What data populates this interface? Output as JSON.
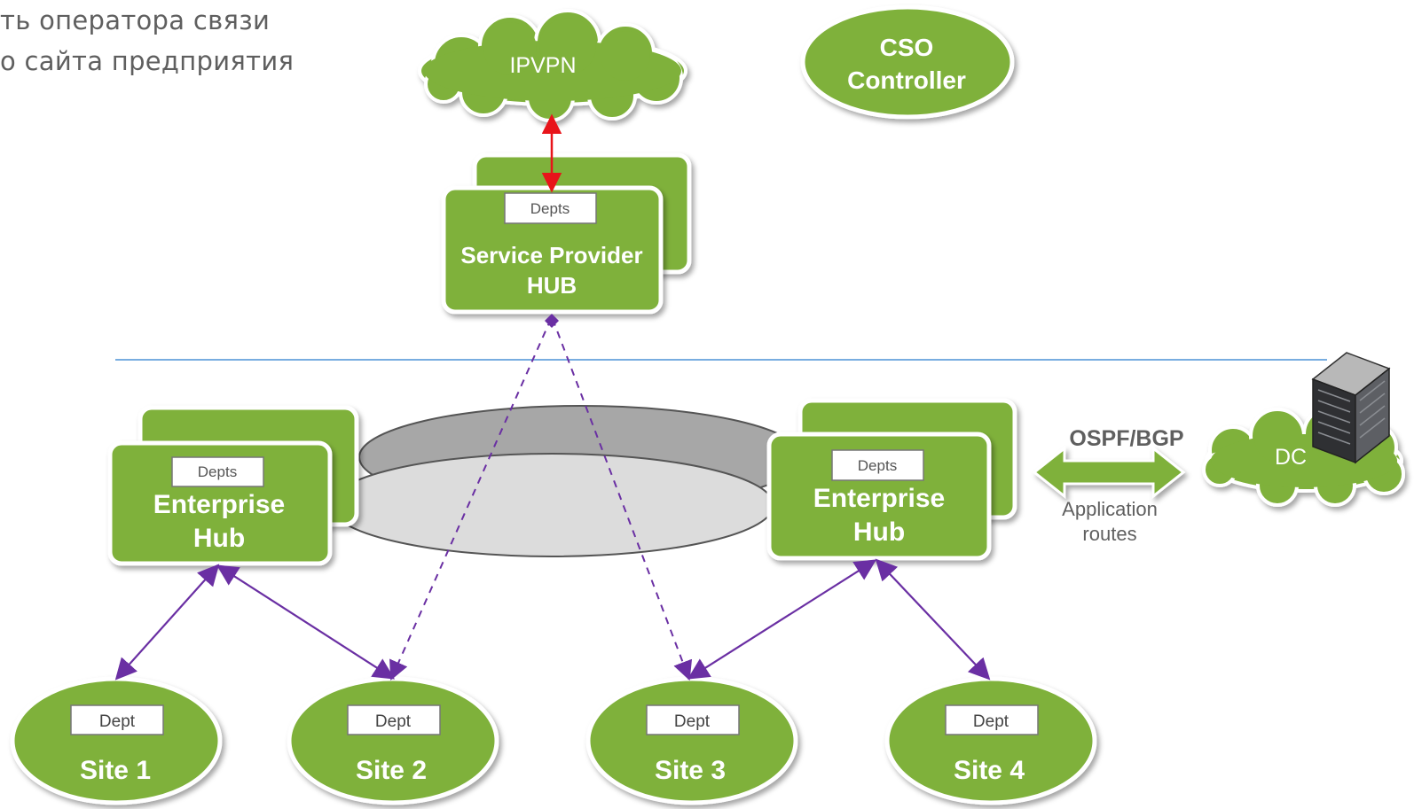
{
  "header": {
    "line1": "ть оператора связи",
    "line2": "о сайта предприятия"
  },
  "nodes": {
    "ipvpn": {
      "label": "IPVPN"
    },
    "cso": {
      "line1": "CSO",
      "line2": "Controller"
    },
    "sp_hub": {
      "tag": "Depts",
      "line1": "Service Provider",
      "line2": "HUB"
    },
    "ent_hub_left": {
      "tag": "Depts",
      "line1": "Enterprise",
      "line2": "Hub"
    },
    "ent_hub_right": {
      "tag": "Depts",
      "line1": "Enterprise",
      "line2": "Hub"
    },
    "dc": {
      "label": "DC"
    },
    "sites": [
      {
        "tag": "Dept",
        "label": "Site 1"
      },
      {
        "tag": "Dept",
        "label": "Site 2"
      },
      {
        "tag": "Dept",
        "label": "Site 3"
      },
      {
        "tag": "Dept",
        "label": "Site 4"
      }
    ]
  },
  "routing": {
    "protocol": "OSPF/BGP",
    "note_line1": "Application",
    "note_line2": "routes"
  },
  "colors": {
    "green": "#7fb13a",
    "link": "#6a2fa3",
    "uplink": "#e8141a",
    "divider": "#4b92d6",
    "text_gray": "#5f5f5f"
  }
}
